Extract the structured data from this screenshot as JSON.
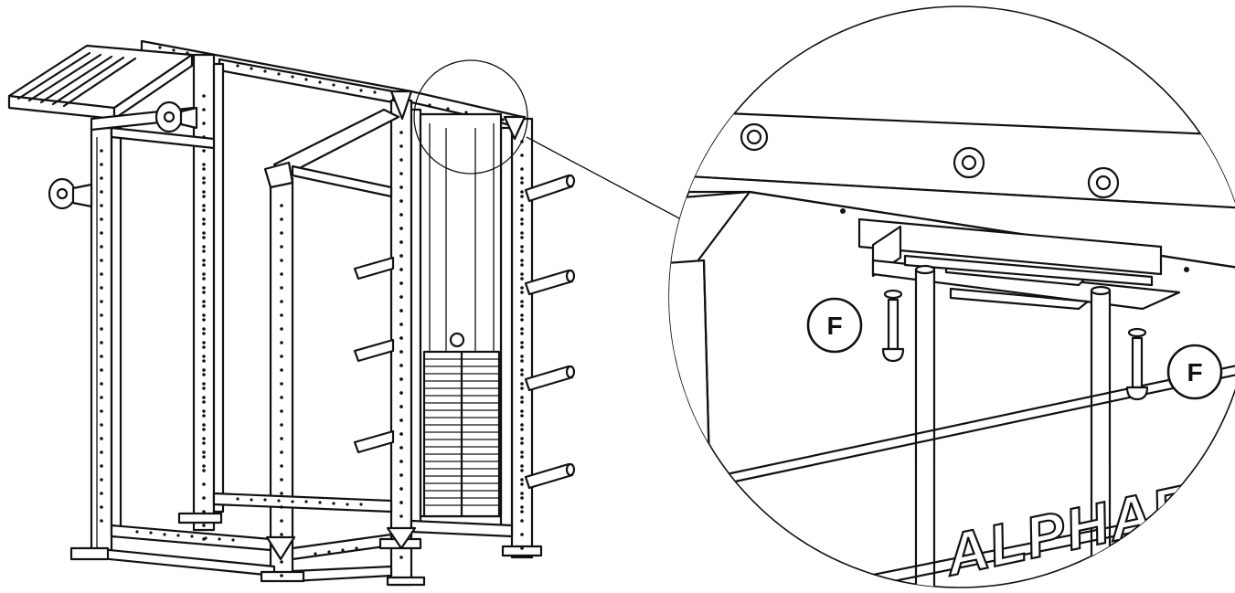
{
  "callouts": {
    "left_label": "F",
    "right_label": "F"
  },
  "detail": {
    "brand_text": "ALPHAFIT"
  },
  "colors": {
    "line": "#111111",
    "background": "#ffffff"
  }
}
